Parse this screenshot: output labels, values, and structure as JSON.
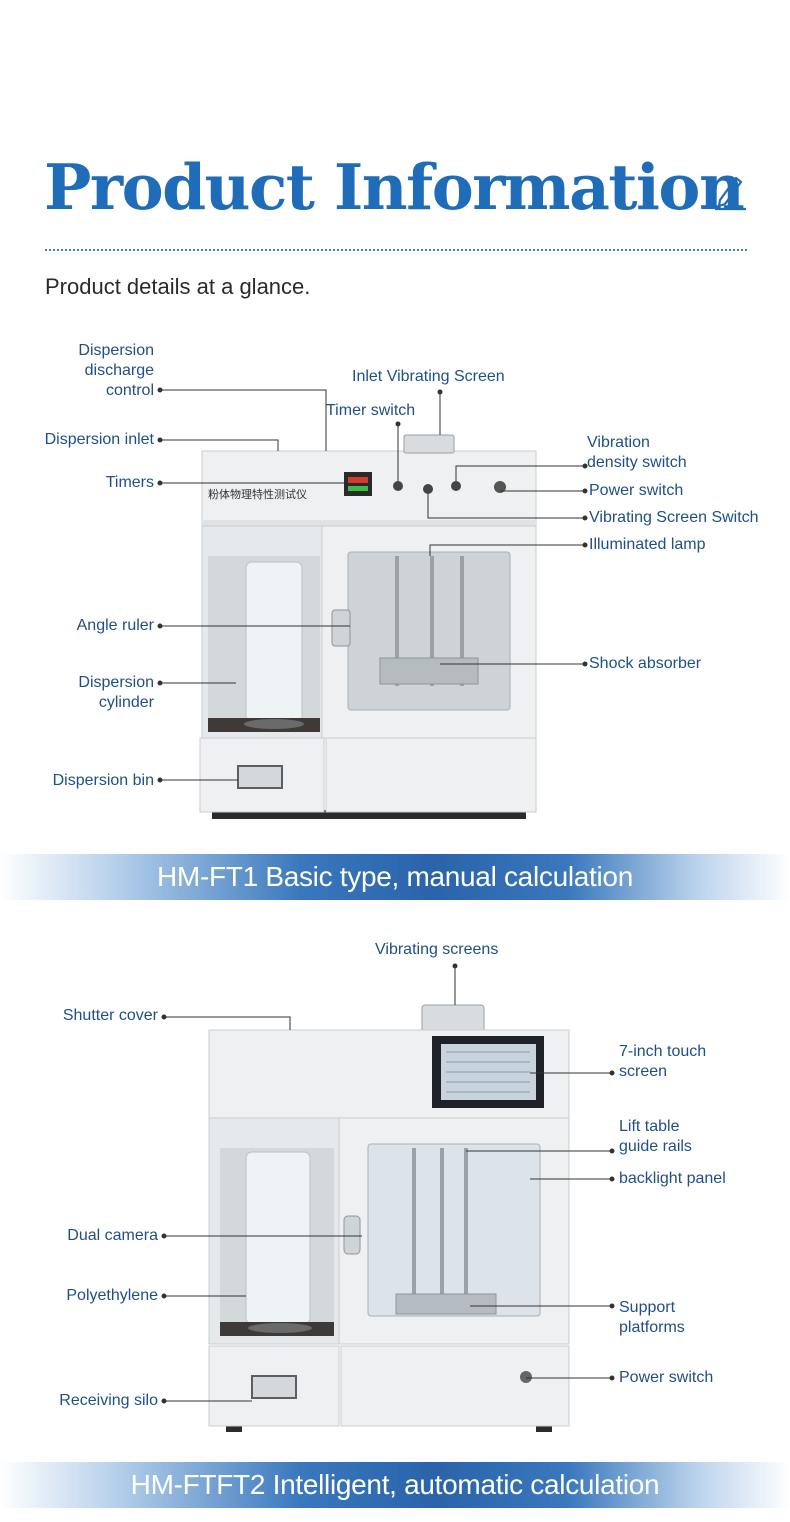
{
  "header": {
    "title": "Product Information",
    "subtitle": "Product details at a glance."
  },
  "colors": {
    "title": "#1f6db8",
    "label": "#1f4f86",
    "banner": "#2a63aa",
    "divider": "#4f7fb3"
  },
  "icons": {
    "edit": "pencil-edit-icon"
  },
  "product1": {
    "panel_text": "粉体物理特性测试仪",
    "banner": "HM-FT1 Basic type, manual calculation",
    "labels": {
      "dispersion_discharge_control": [
        "Dispersion",
        "discharge",
        "control"
      ],
      "dispersion_inlet": "Dispersion inlet",
      "timers": "Timers",
      "angle_ruler": "Angle ruler",
      "dispersion_cylinder": [
        "Dispersion",
        "cylinder"
      ],
      "dispersion_bin": "Dispersion bin",
      "inlet_vibrating_screen": "Inlet Vibrating Screen",
      "timer_switch": "Timer switch",
      "vibration_density_switch": [
        "Vibration",
        "density switch"
      ],
      "power_switch": "Power switch",
      "vibrating_screen_switch": "Vibrating Screen Switch",
      "illuminated_lamp": "Illuminated lamp",
      "shock_absorber": "Shock absorber"
    }
  },
  "product2": {
    "banner": "HM-FTFT2 Intelligent, automatic calculation",
    "labels": {
      "vibrating_screens": "Vibrating screens",
      "shutter_cover": "Shutter cover",
      "touch_screen": [
        "7-inch touch",
        "screen"
      ],
      "lift_table_guide_rails": [
        "Lift table",
        "guide rails"
      ],
      "backlight_panel": "backlight panel",
      "dual_camera": "Dual camera",
      "polyethylene": "Polyethylene",
      "support_platforms": [
        "Support",
        "platforms"
      ],
      "power_switch": "Power switch",
      "receiving_silo": "Receiving silo"
    }
  }
}
